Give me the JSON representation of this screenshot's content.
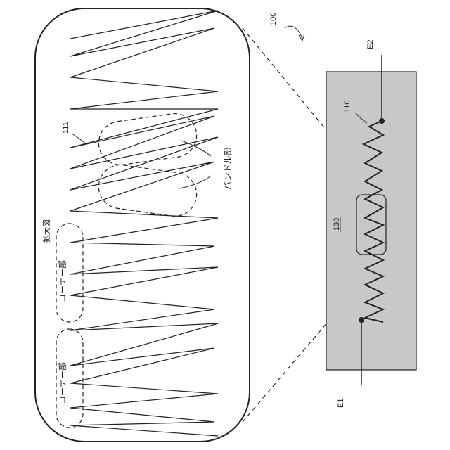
{
  "labels": {
    "device_ref": "100",
    "resistor_ref": "110",
    "zigzag_ref": "111",
    "substrate_ref": "130",
    "terminal_top": "E2",
    "terminal_bottom": "E1",
    "enlarged_view": "拡大図",
    "bundle_part": "バンドル部",
    "corner_part_1": "コーナー部",
    "corner_part_2": "コーナー部"
  },
  "colors": {
    "substrate_fill": "#c8c8c8",
    "line": "#222222"
  }
}
